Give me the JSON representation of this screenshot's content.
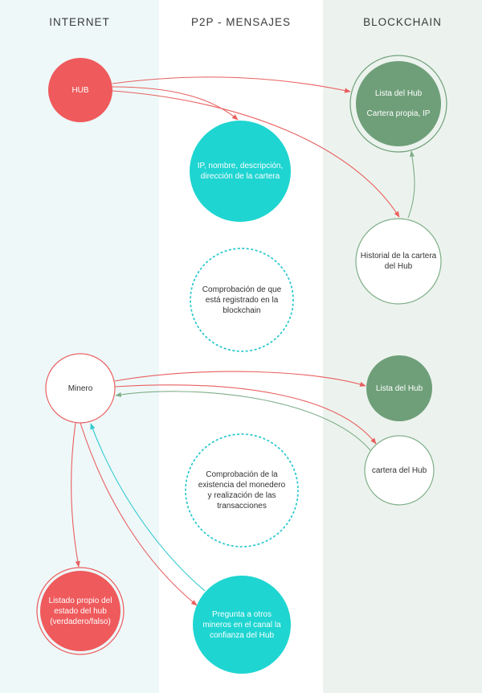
{
  "columns": {
    "internet": "INTERNET",
    "p2p": "P2P - MENSAJES",
    "blockchain": "BLOCKCHAIN"
  },
  "nodes": {
    "hub": "HUB",
    "lista_hub_top_line1": "Lista del Hub",
    "lista_hub_top_line2": "Cartera propia, IP",
    "ip_info": "IP, nombre, descripción, dirección de la cartera",
    "historial": "Historial de la cartera del Hub",
    "comprobacion_registro": "Comprobación de que está registrado en la blockchain",
    "minero": "Minero",
    "lista_hub_bottom": "Lista del Hub",
    "cartera_hub": "cartera del Hub",
    "comprobacion_monedero": "Comprobación de la existencia del monedero y realización de las transacciones",
    "listado_propio": "Listado propio del estado del hub (verdadero/falso)",
    "pregunta": "Pregunta a otros mineros en el canal la confianza del Hub"
  },
  "colors": {
    "red": "#ef5a5c",
    "teal": "#1ed5d1",
    "green": "#6f9f79",
    "arrow_red": "#e8605f",
    "arrow_green": "#7fae88",
    "arrow_teal": "#2ec9cf"
  }
}
